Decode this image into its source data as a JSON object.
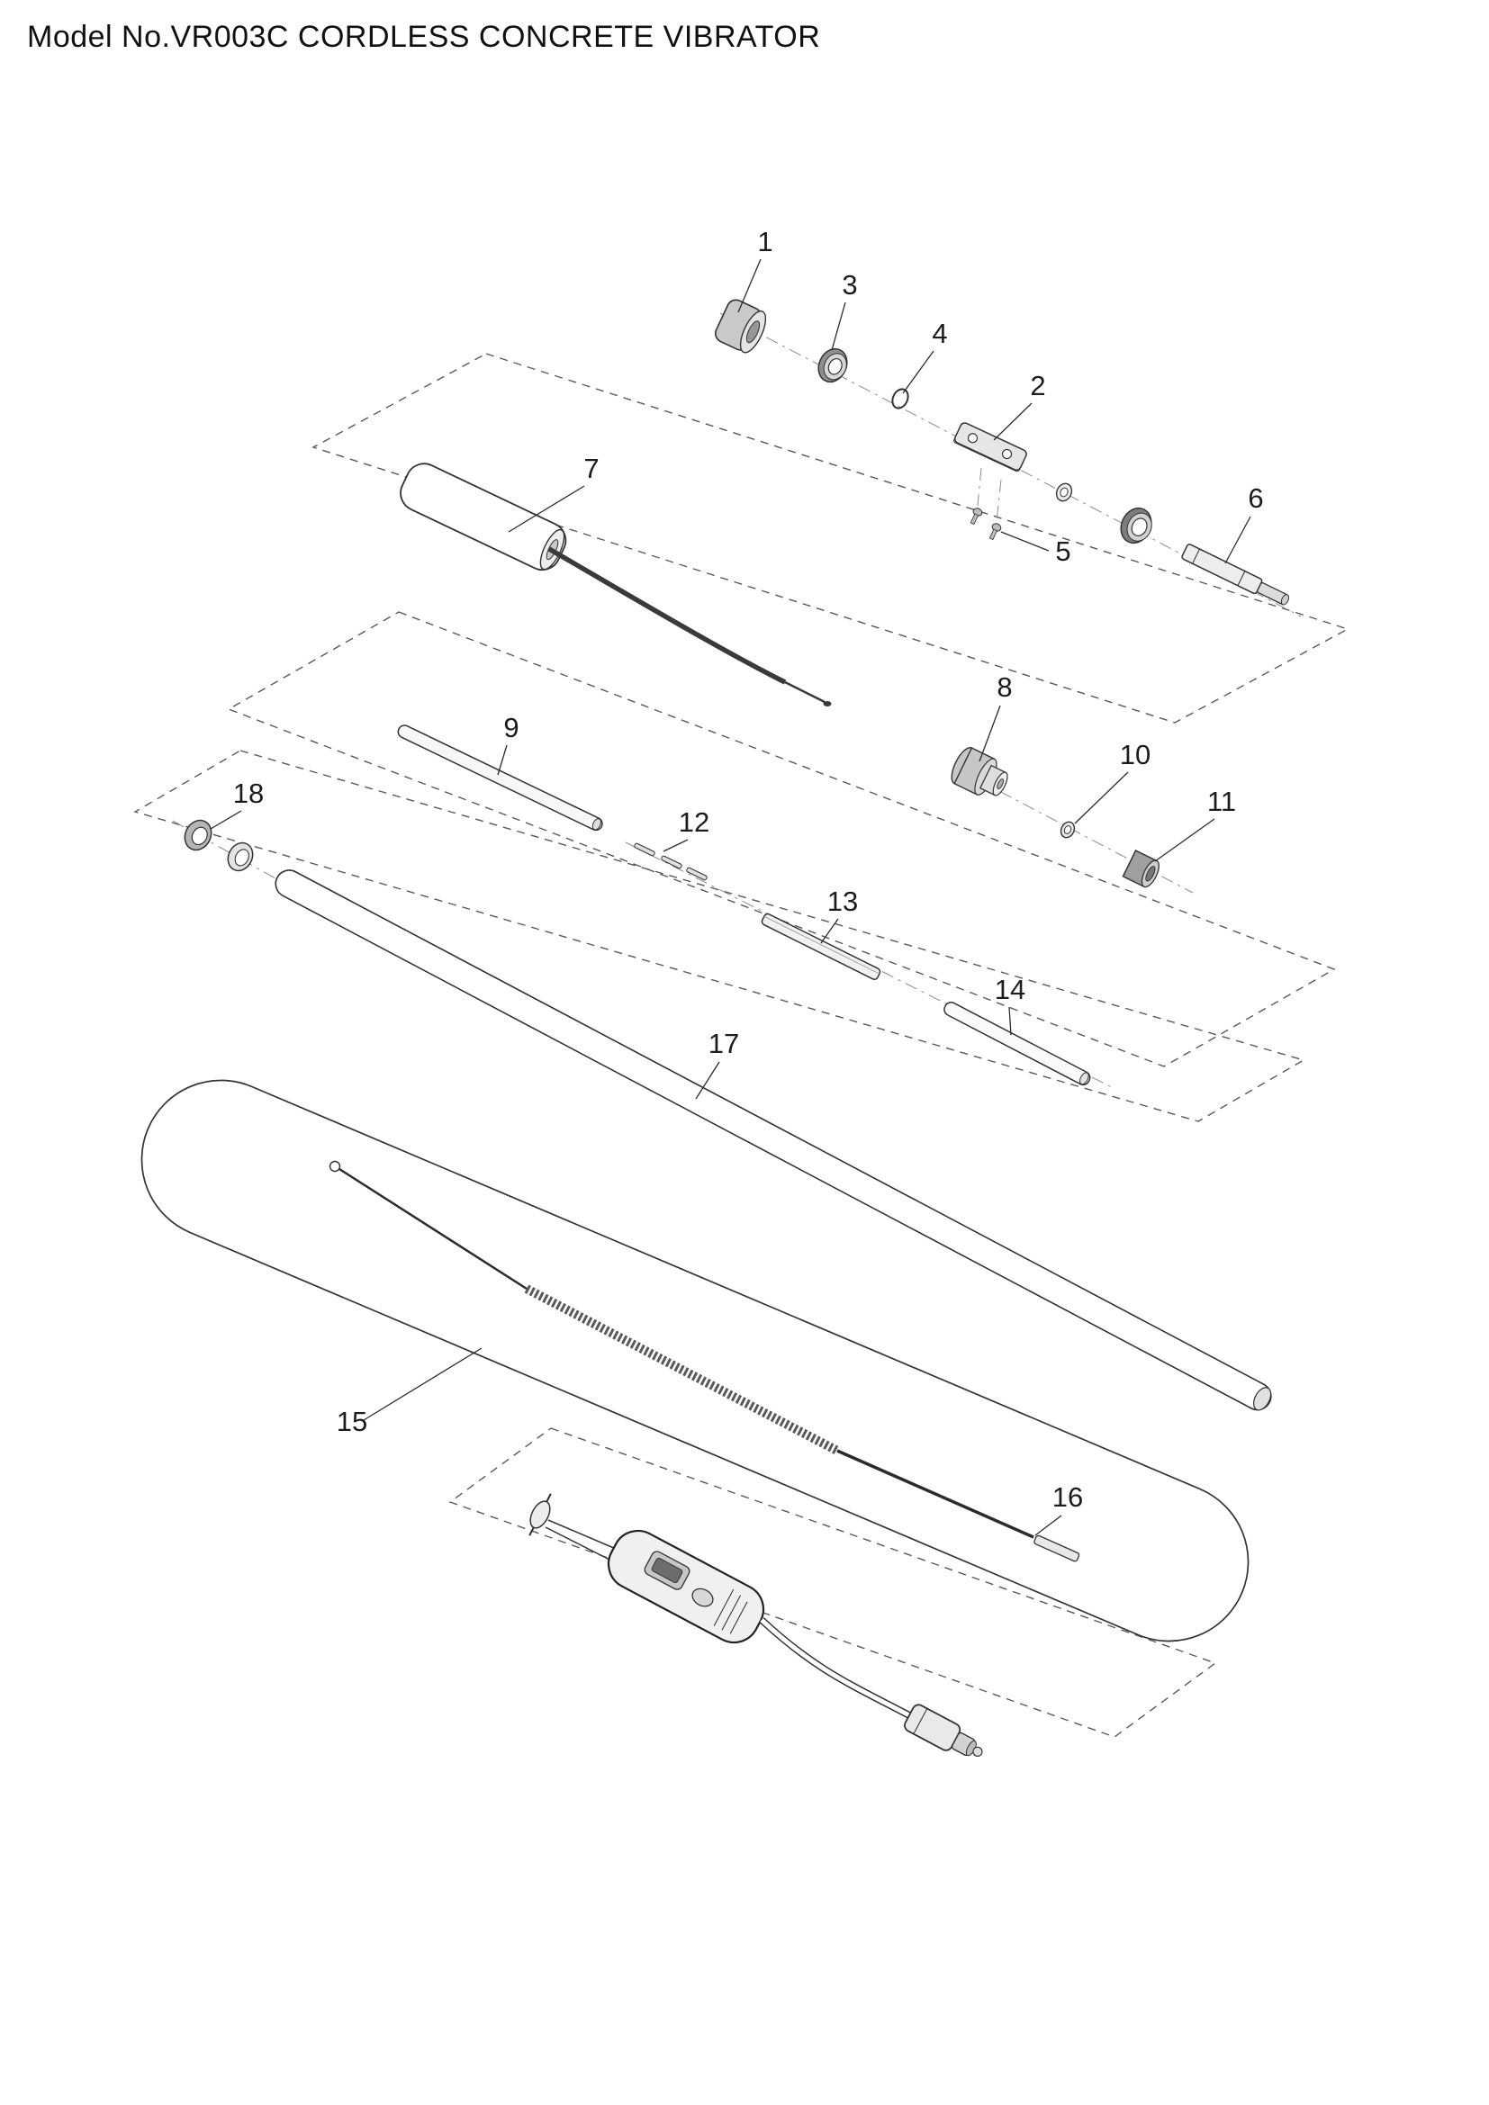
{
  "title": "Model No.VR003C CORDLESS CONCRETE VIBRATOR",
  "part_labels": [
    "1",
    "2",
    "3",
    "4",
    "5",
    "6",
    "7",
    "8",
    "9",
    "10",
    "11",
    "12",
    "13",
    "14",
    "15",
    "16",
    "17",
    "18"
  ],
  "colors": {
    "line": "#2b2b2b",
    "dashed_box": "#5a5a5a",
    "shade_dark": "#8f8f8f",
    "shade_mid": "#c6c6c6",
    "shade_light": "#ececec",
    "background": "#ffffff"
  }
}
